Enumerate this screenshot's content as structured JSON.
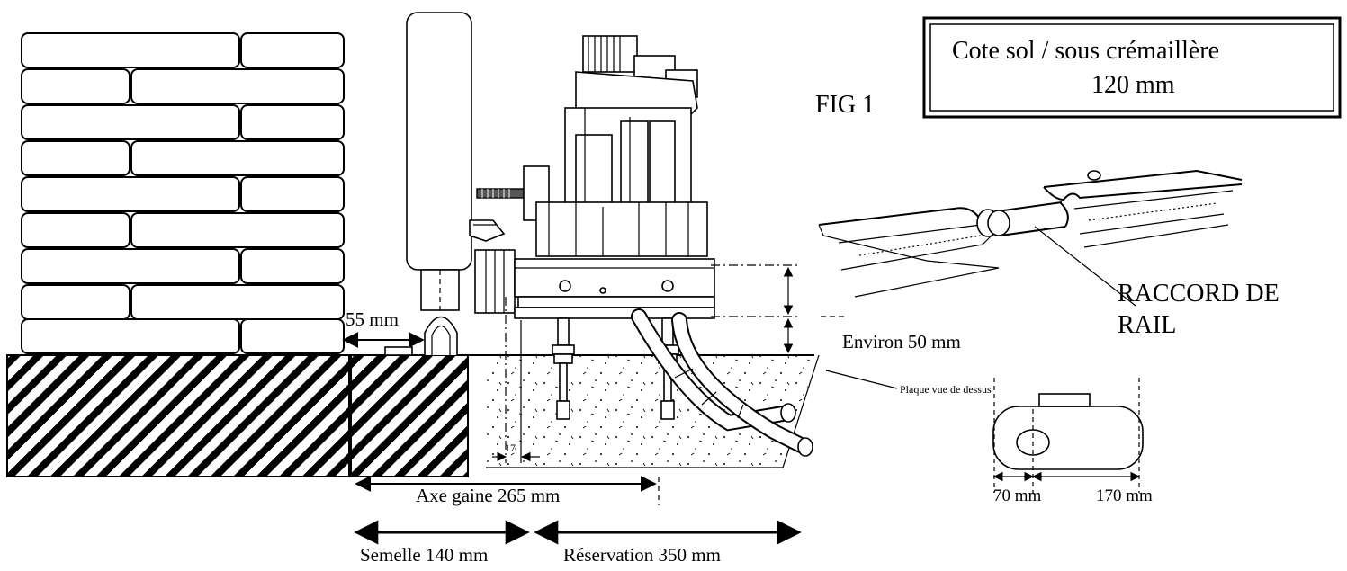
{
  "labels": {
    "cote_line1": "Cote sol / sous crémaillère",
    "cote_line2": "120 mm",
    "fig": "FIG 1",
    "raccord_line1": "RACCORD DE",
    "raccord_line2": "RAIL",
    "environ": "Environ 50 mm",
    "plaque": "Plaque vue de dessus",
    "dim_55": "55 mm",
    "dim_17": "17",
    "axe_gaine": "Axe gaine 265 mm",
    "semelle": "Semelle 140 mm",
    "reservation": "Réservation 350 mm",
    "dim_70": "70 mm",
    "dim_170": "170 mm"
  }
}
